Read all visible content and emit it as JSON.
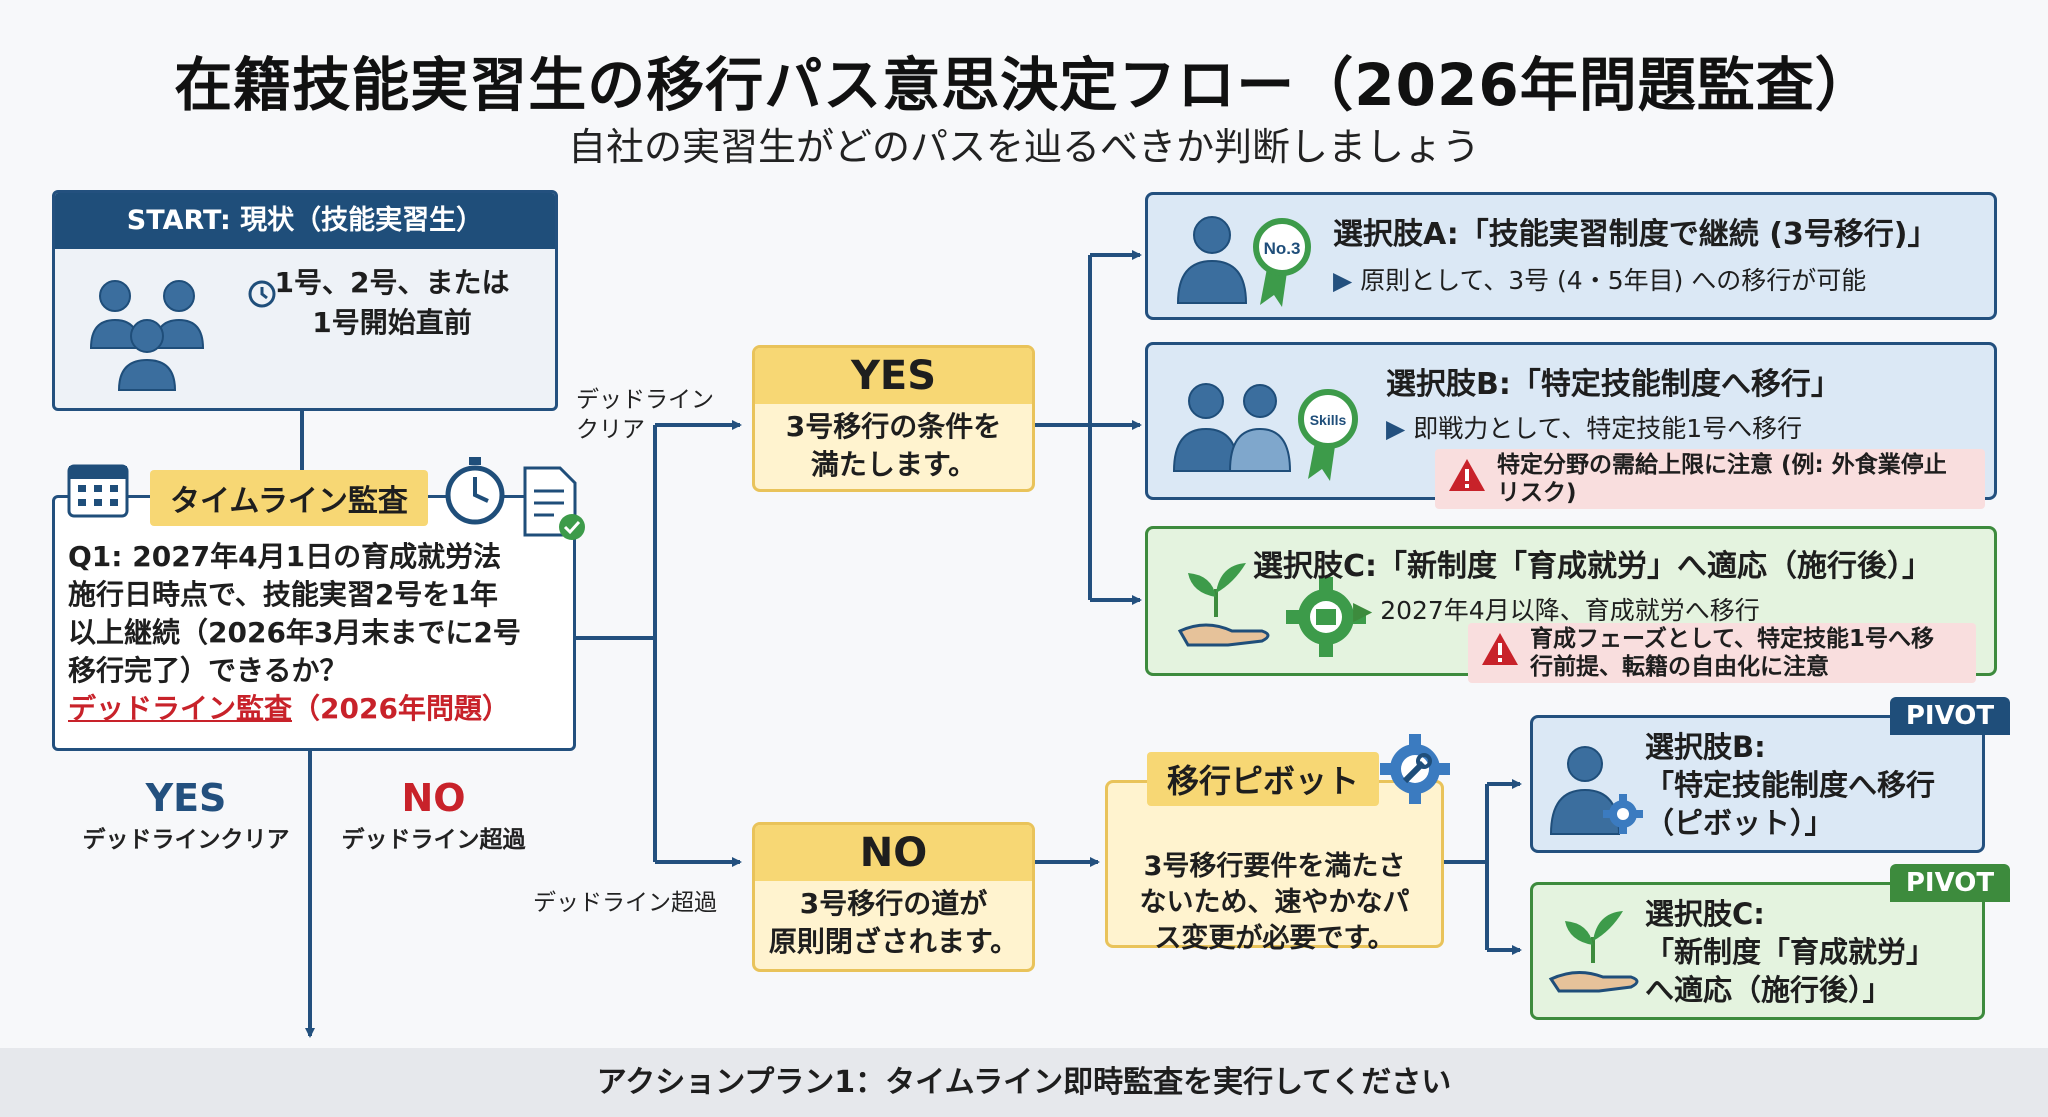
{
  "header": {
    "title": "在籍技能実習生の移行パス意思決定フロー（2026年問題監査）",
    "subtitle": "自社の実習生がどのパスを辿るべきか判断しましょう"
  },
  "start": {
    "heading": "START: 現状（技能実習生）",
    "status_line1": "1号、2号、または",
    "status_line2": "1号開始直前"
  },
  "timeline": {
    "label": "タイムライン監査",
    "question_lines": [
      "Q1: 2027年4月1日の育成就労法",
      "施行日時点で、技能実習2号を1年",
      "以上継続（2026年3月末までに2号",
      "移行完了）できるか？"
    ],
    "deadline_audit": "デッドライン監査",
    "deadline_year": "（2026年問題）"
  },
  "branches": {
    "yes_label": "YES",
    "yes_sub": "デッドラインクリア",
    "no_label": "NO",
    "no_sub": "デッドライン超過",
    "side_yes_line1": "デッドライン",
    "side_yes_line2": "クリア",
    "side_no": "デッドライン超過"
  },
  "yes_box": {
    "title": "YES",
    "line1": "3号移行の条件を",
    "line2": "満たします。"
  },
  "no_box": {
    "title": "NO",
    "line1": "3号移行の道が",
    "line2": "原則閉ざされます。"
  },
  "options": {
    "a": {
      "title": "選択肢A:「技能実習制度で継続 (3号移行)」",
      "desc": "原則として、3号 (4・5年目) への移行が可能",
      "badge": "No.3"
    },
    "b": {
      "title": "選択肢B:「特定技能制度へ移行」",
      "desc": "即戦力として、特定技能1号へ移行",
      "badge": "Skills",
      "warning_line1": "特定分野の需給上限に注意 (例: 外食業停止",
      "warning_line2": "リスク)"
    },
    "c": {
      "title": "選択肢C:「新制度「育成就労」へ適応（施行後）」",
      "desc": "2027年4月以降、育成就労へ移行",
      "warning_line1": "育成フェーズとして、特定技能1号へ移",
      "warning_line2": "行前提、転籍の自由化に注意"
    }
  },
  "pivot": {
    "label": "移行ピボット",
    "line1": "3号移行要件を満たさ",
    "line2": "ないため、速やかなパ",
    "line3": "ス変更が必要です。",
    "b": {
      "tag": "PIVOT",
      "line1": "選択肢B:",
      "line2": "「特定技能制度へ移行",
      "line3": "（ピボット）」"
    },
    "c": {
      "tag": "PIVOT",
      "line1": "選択肢C:",
      "line2": "「新制度「育成就労」",
      "line3": "へ適応（施行後）」"
    }
  },
  "footer": {
    "action": "アクションプラン1：タイムライン即時監査を実行してください"
  },
  "colors": {
    "navy": "#23507e",
    "yellow": "#f7d774",
    "green": "#3d8b3d",
    "red": "#c8222a"
  }
}
